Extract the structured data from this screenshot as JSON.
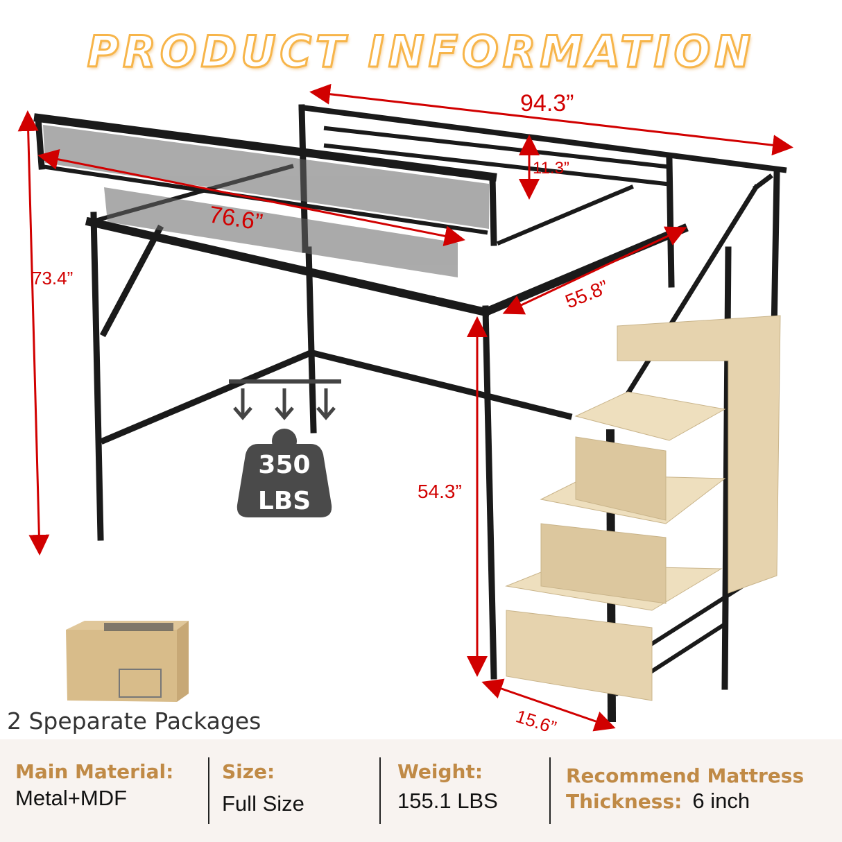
{
  "title": "PRODUCT INFORMATION",
  "dimensions": {
    "length": "94.3”",
    "guardrail_height": "11.3”",
    "mattress_length": "76.6”",
    "total_height": "73.4”",
    "width": "55.8”",
    "under_bed_height": "54.3”",
    "stair_width": "15.6”"
  },
  "weight_capacity": {
    "value": "350",
    "unit": "LBS"
  },
  "packages": "2 Speparate Packages",
  "specs": {
    "material_label": "Main Material:",
    "material_value": "Metal+MDF",
    "size_label": "Size:",
    "size_value": "Full Size",
    "weight_label": "Weight:",
    "weight_value": "155.1 LBS",
    "mattress_label_1": "Recommend Mattress",
    "mattress_label_2": "Thickness:",
    "mattress_value": "6 inch"
  },
  "colors": {
    "title": "#f7b54a",
    "dimension": "#d10000",
    "spec_label": "#c08a46",
    "frame": "#1a1a1a",
    "wood": "#e6d3ae"
  }
}
